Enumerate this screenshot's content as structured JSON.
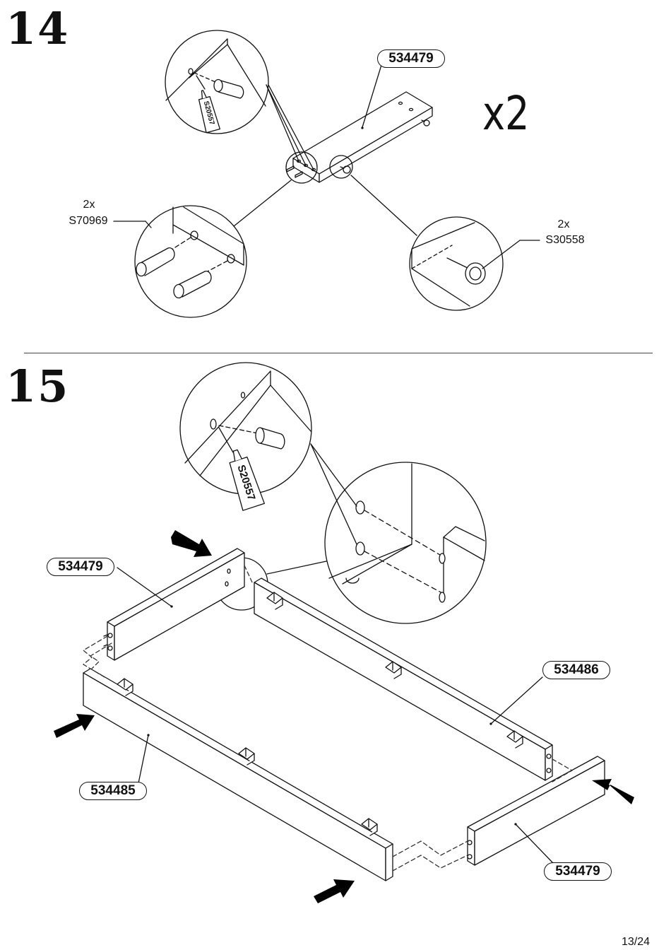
{
  "page": {
    "number": "13/24"
  },
  "step14": {
    "number": "14",
    "multiplier": "x2",
    "panel_code": "534479",
    "glue_code": "S20557",
    "dowel": {
      "qty": "2x",
      "code": "S70969"
    },
    "glide": {
      "qty": "2x",
      "code": "S30558"
    }
  },
  "step15": {
    "number": "15",
    "glue_code": "S20557",
    "parts": {
      "end_left": "534479",
      "rail_back": "534486",
      "rail_front": "534485",
      "end_right": "534479"
    }
  },
  "colors": {
    "line": "#111111",
    "arrow": "#000000",
    "background": "#ffffff"
  }
}
